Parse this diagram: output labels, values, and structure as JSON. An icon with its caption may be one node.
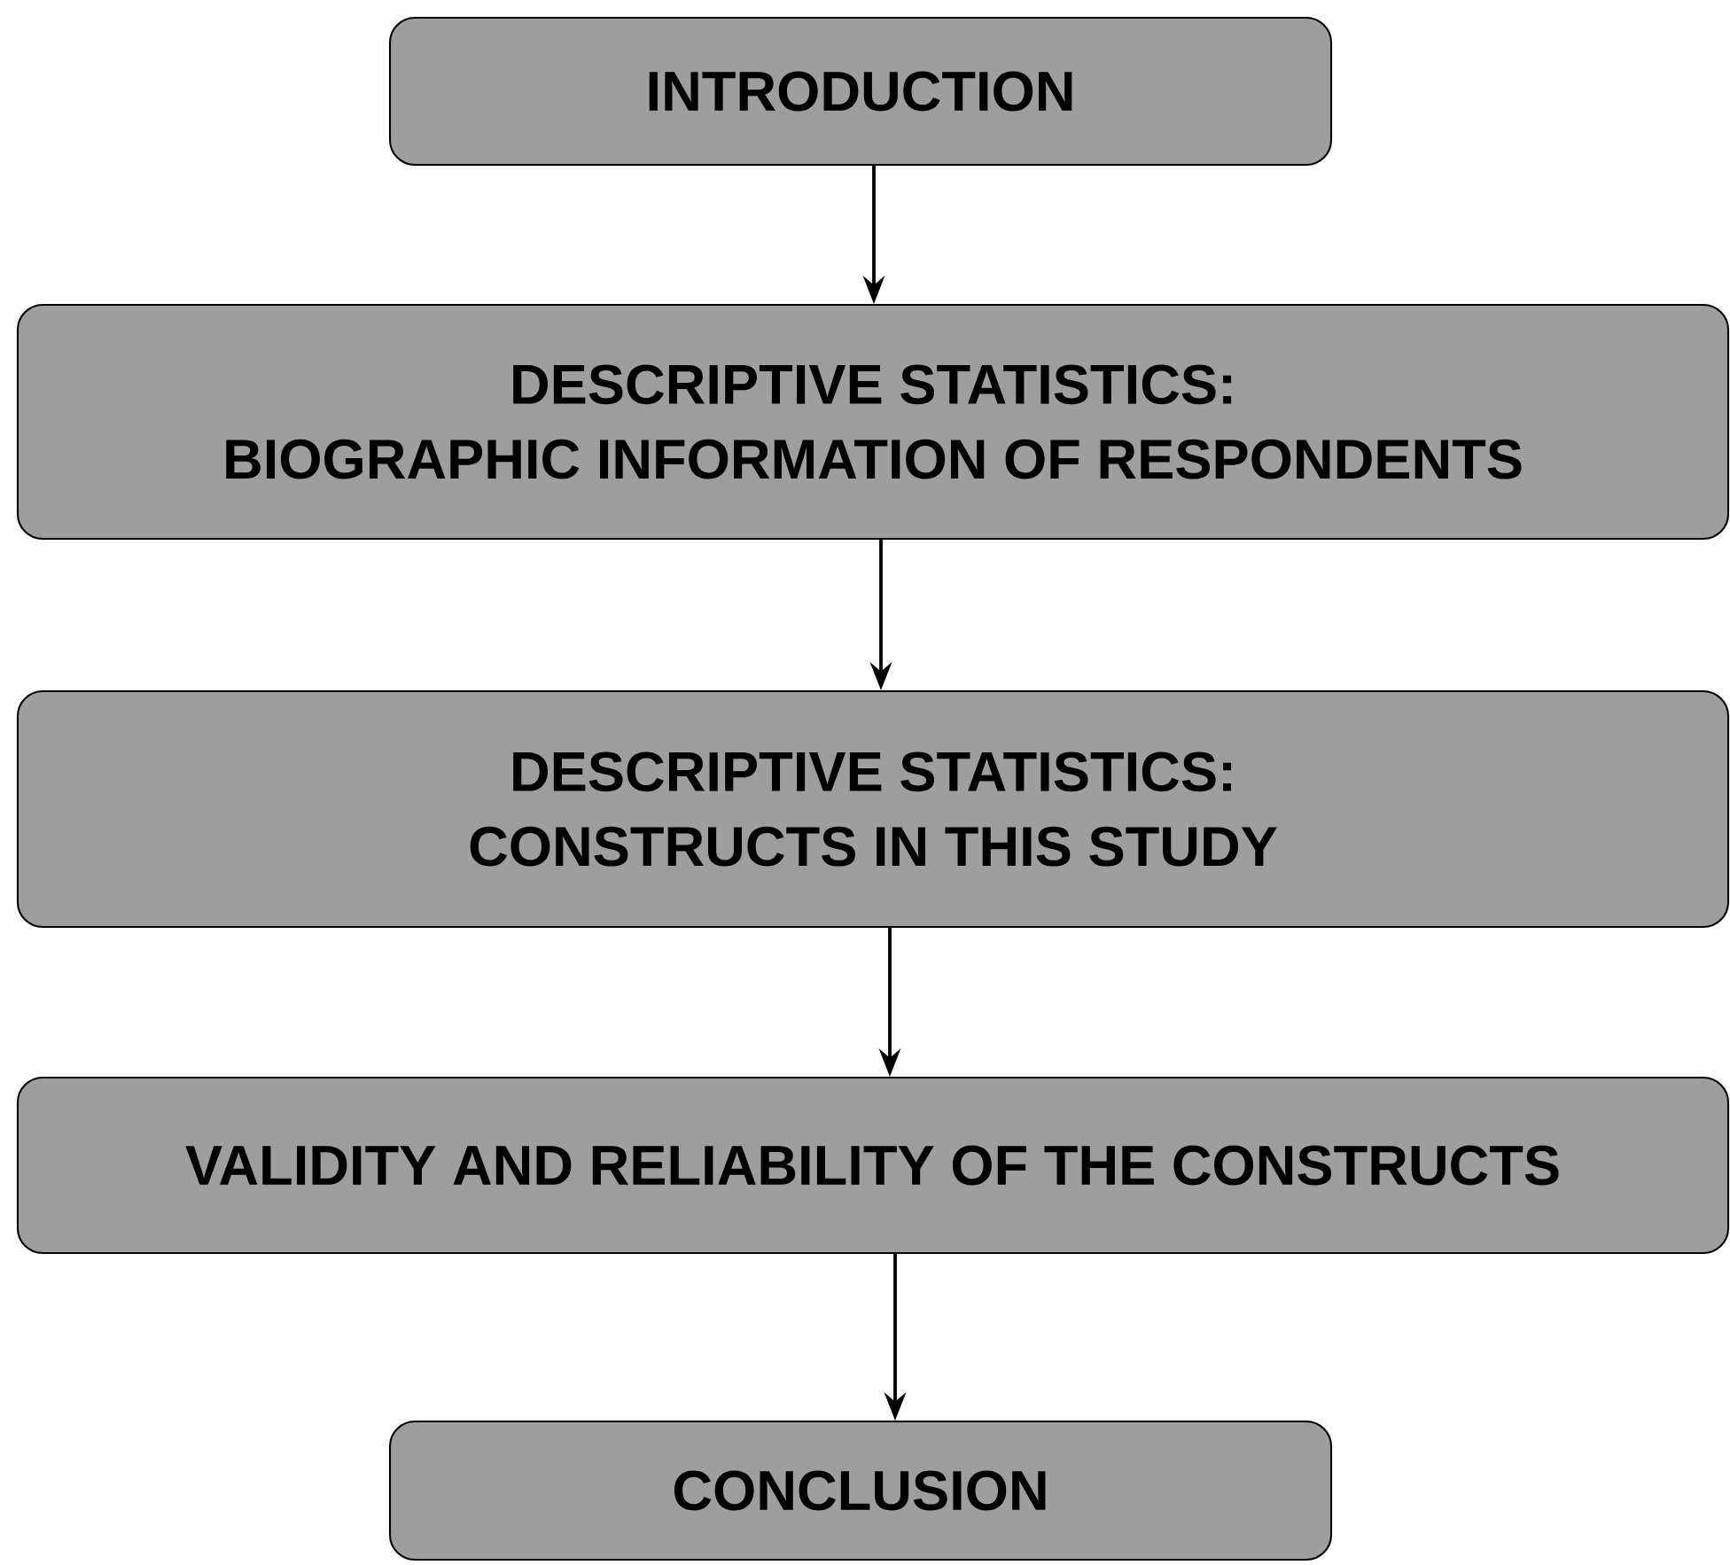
{
  "diagram": {
    "nodes": [
      {
        "text": [
          "INTRODUCTION"
        ]
      },
      {
        "text": [
          "DESCRIPTIVE STATISTICS:",
          "BIOGRAPHIC INFORMATION OF RESPONDENTS"
        ]
      },
      {
        "text": [
          "DESCRIPTIVE STATISTICS:",
          "CONSTRUCTS IN THIS STUDY"
        ]
      },
      {
        "text": [
          "VALIDITY AND RELIABILITY OF THE CONSTRUCTS"
        ]
      },
      {
        "text": [
          "CONCLUSION"
        ]
      }
    ],
    "edges": [
      {
        "from": 0,
        "to": 1,
        "arrow": "to"
      },
      {
        "from": 1,
        "to": 2,
        "arrow": "to"
      },
      {
        "from": 2,
        "to": 3,
        "arrow": "to"
      },
      {
        "from": 3,
        "to": 4,
        "arrow": "to"
      }
    ]
  }
}
